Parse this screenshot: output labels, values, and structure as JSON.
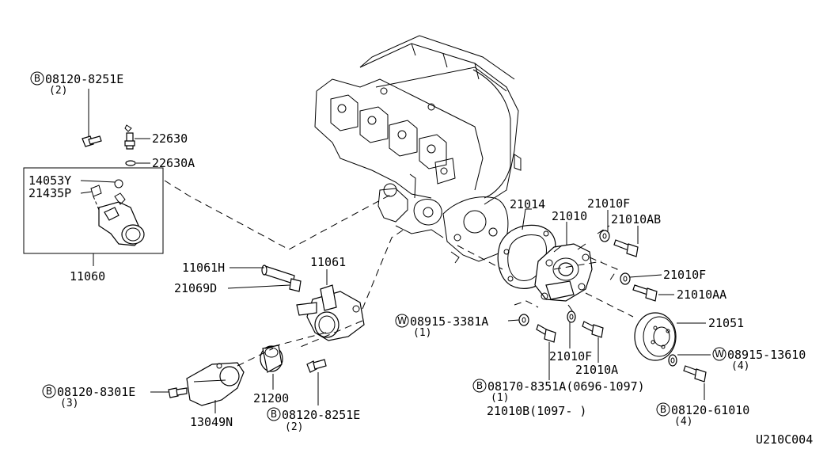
{
  "callouts": {
    "c_14053Y": "14053Y",
    "c_21435P": "21435P",
    "c_22630": "22630",
    "c_22630A": "22630A",
    "c_11060": "11060",
    "c_08120_8251E_top": "08120-8251E",
    "q_08120_8251E_top": "(2)",
    "c_11061H": "11061H",
    "c_11061": "11061",
    "c_21069D": "21069D",
    "c_08120_8301E": "08120-8301E",
    "q_08120_8301E": "(3)",
    "c_13049N": "13049N",
    "c_21200": "21200",
    "c_08120_8251E_bot": "08120-8251E",
    "q_08120_8251E_bot": "(2)",
    "c_21014": "21014",
    "c_21010": "21010",
    "c_21010F_a": "21010F",
    "c_21010AB": "21010AB",
    "c_21010F_b": "21010F",
    "c_21010AA": "21010AA",
    "c_08915_3381A": "08915-3381A",
    "q_08915_3381A": "(1)",
    "c_21010F_c": "21010F",
    "c_21010A": "21010A",
    "c_21051": "21051",
    "c_08915_13610": "08915-13610",
    "q_08915_13610": "(4)",
    "c_08170_8351A": "08170-8351A(0696-1097)",
    "q_08170_8351A": "(1)",
    "c_21010B": "21010B(1097-    )",
    "c_08120_61010": "08120-61010",
    "q_08120_61010": "(4)"
  },
  "prefix": {
    "bolt": "B",
    "washer": "W"
  },
  "diagram_id": "U210C004"
}
